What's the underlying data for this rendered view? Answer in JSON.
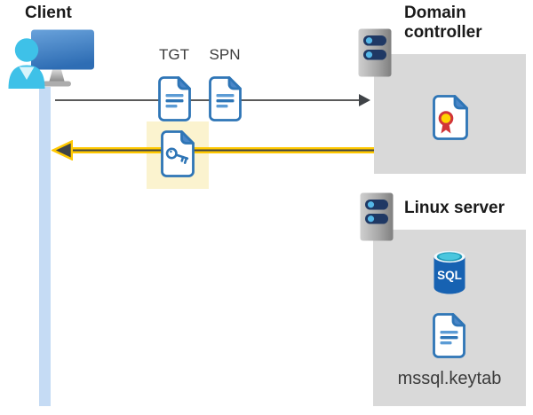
{
  "diagram": {
    "client": {
      "label": "Client"
    },
    "tickets": {
      "tgt_label": "TGT",
      "spn_label": "SPN"
    },
    "domain_controller": {
      "label": "Domain controller"
    },
    "linux_server": {
      "label": "Linux server",
      "sql_badge": "SQL",
      "keytab_file": "mssql.keytab"
    },
    "flows": [
      {
        "name": "client-request",
        "from": "client",
        "to": "domain-controller",
        "style": "thin-gray-arrow",
        "items": [
          "TGT",
          "SPN"
        ]
      },
      {
        "name": "key-ticket-return",
        "from": "domain-controller",
        "to": "client",
        "style": "thick-yellow-arrow",
        "highlighted": true
      }
    ],
    "colors": {
      "doc_blue": "#2E75B6",
      "doc_fold_blue": "#4A86C8",
      "doc_line_light": "#5B9BD5",
      "box_gray": "#D9D9D9",
      "highlight_yellow": "#FBF3CF",
      "lifeline_blue": "#C5DBF4",
      "arrow_yellow": "#FFC800",
      "arrow_dark": "#3F4347",
      "arrow_gray": "#595959",
      "server_slot_navy": "#1F3864",
      "server_dot_blue": "#55B8E8",
      "sql_body_blue": "#1762B2",
      "sql_top_cyan": "#4AC6DE",
      "cert_gold": "#FFD400",
      "cert_red": "#D13438",
      "person_cyan": "#3EC1E8",
      "monitor_blue_top": "#69A2DB",
      "monitor_blue_bottom": "#2E6DB4"
    }
  }
}
